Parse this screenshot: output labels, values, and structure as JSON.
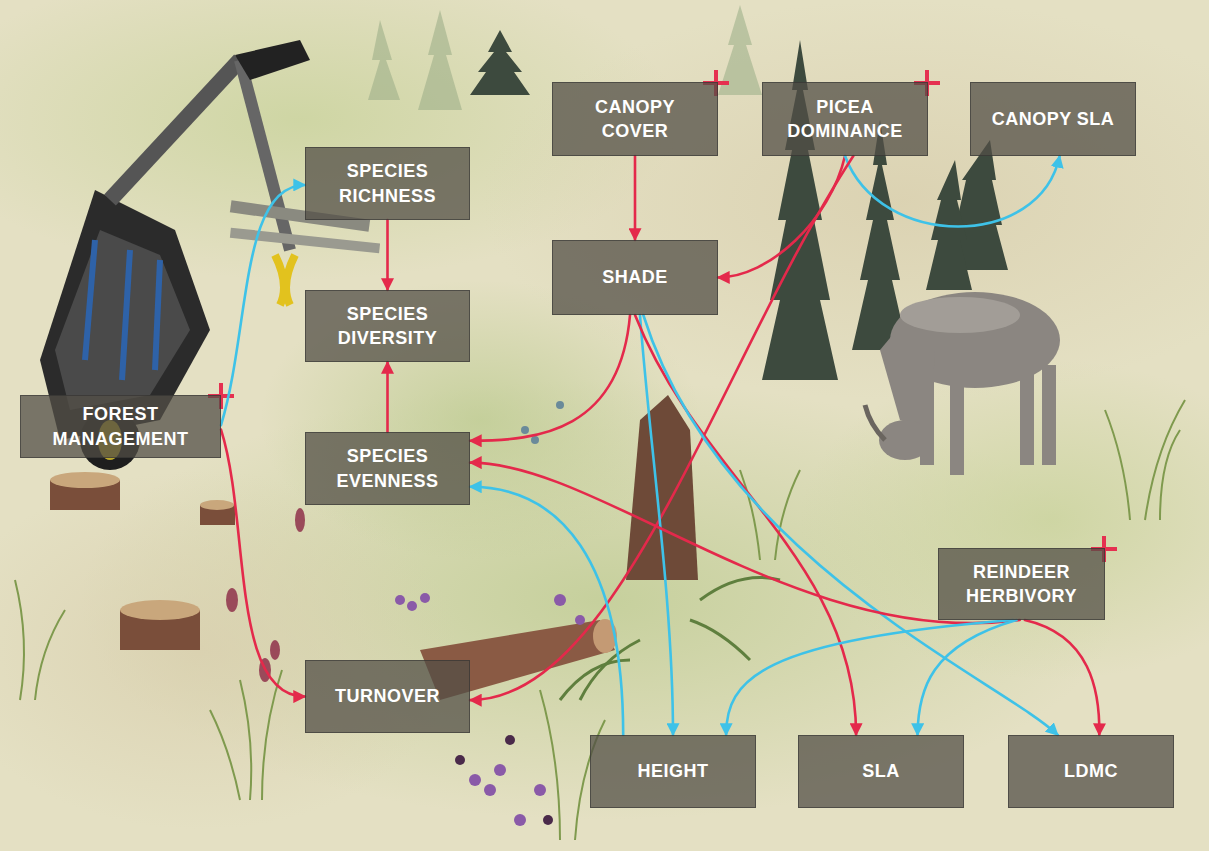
{
  "diagram": {
    "nodes": [
      {
        "text": [
          "CANOPY COVER"
        ]
      },
      {
        "text": [
          "PICEA DOMINANCE"
        ]
      },
      {
        "text": [
          "CANOPY SLA"
        ]
      },
      {
        "text": [
          "SPECIES RICHNESS"
        ]
      },
      {
        "text": [
          "SHADE"
        ]
      },
      {
        "text": [
          "SPECIES DIVERSITY"
        ]
      },
      {
        "text": [
          "FOREST MANAGEMENT"
        ]
      },
      {
        "text": [
          "SPECIES EVENNESS"
        ]
      },
      {
        "text": [
          "REINDEER HERBIVORY"
        ]
      },
      {
        "text": [
          "TURNOVER"
        ]
      },
      {
        "text": [
          "HEIGHT"
        ]
      },
      {
        "text": [
          "SLA"
        ]
      },
      {
        "text": [
          "LDMC"
        ]
      }
    ],
    "edges": [
      {
        "from": 6,
        "to": 3,
        "arrow": "to"
      },
      {
        "from": 6,
        "to": 9,
        "arrow": "to"
      },
      {
        "from": 3,
        "to": 5,
        "arrow": "to"
      },
      {
        "from": 7,
        "to": 5,
        "arrow": "to"
      },
      {
        "from": 0,
        "to": 4,
        "arrow": "to"
      },
      {
        "from": 1,
        "to": 4,
        "arrow": "to"
      },
      {
        "from": 1,
        "to": 2,
        "arrow": "to"
      },
      {
        "from": 1,
        "to": 9,
        "arrow": "to"
      },
      {
        "from": 4,
        "to": 7,
        "arrow": "to"
      },
      {
        "from": 4,
        "to": 10,
        "arrow": "to"
      },
      {
        "from": 4,
        "to": 11,
        "arrow": "to"
      },
      {
        "from": 4,
        "to": 12,
        "arrow": "to"
      },
      {
        "from": 10,
        "to": 7,
        "arrow": "to"
      },
      {
        "from": 8,
        "to": 7,
        "arrow": "to"
      },
      {
        "from": 8,
        "to": 10,
        "arrow": "to"
      },
      {
        "from": 8,
        "to": 11,
        "arrow": "to"
      },
      {
        "from": 8,
        "to": 12,
        "arrow": "to"
      }
    ]
  }
}
